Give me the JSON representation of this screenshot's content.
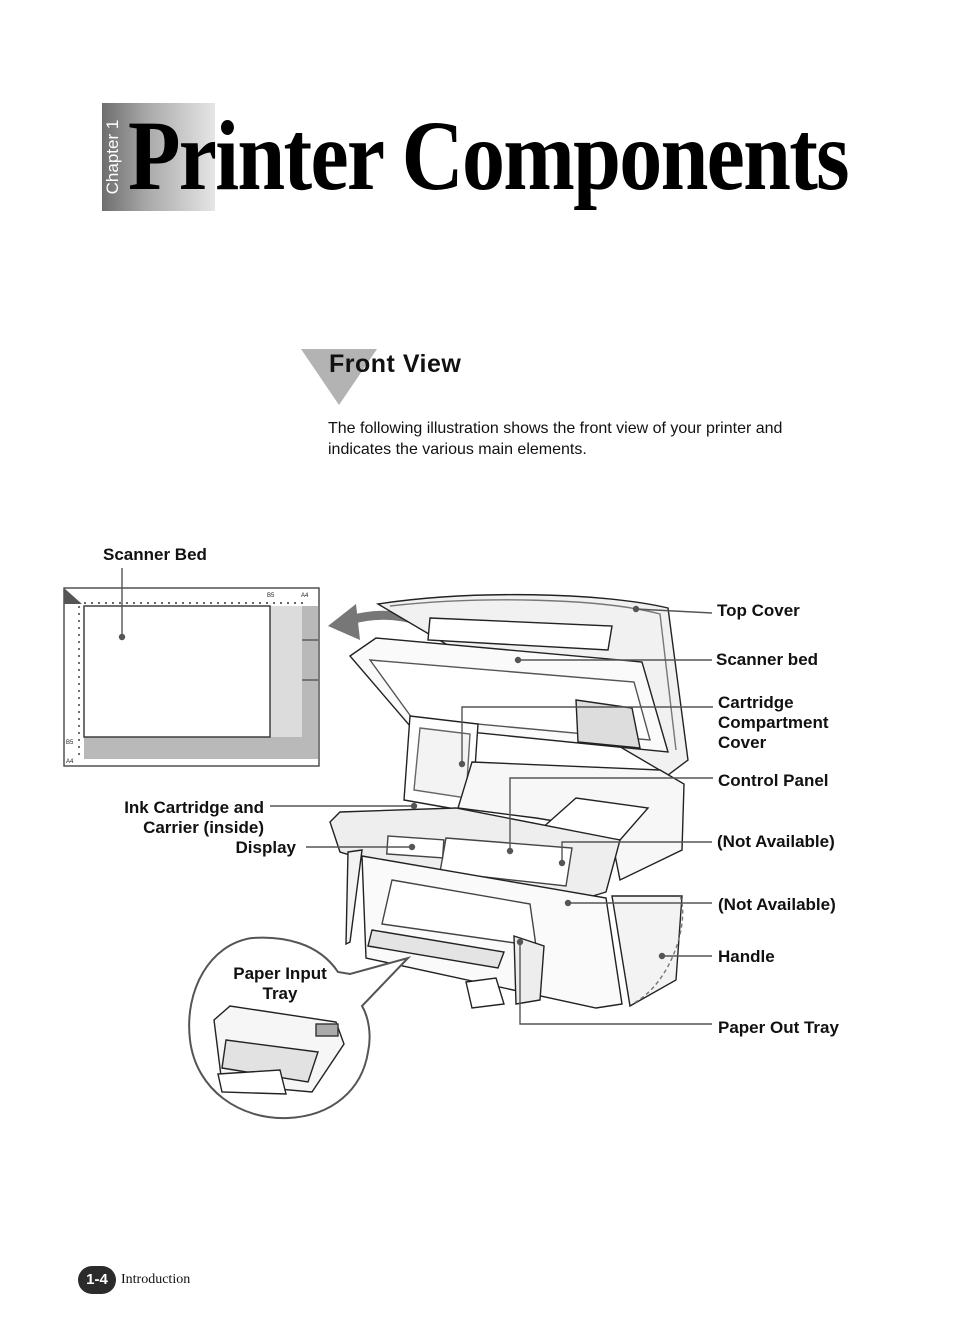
{
  "header": {
    "chapter_label": "Chapter 1",
    "title": "Printer Components"
  },
  "section": {
    "title": "Front View",
    "intro": "The following illustration shows the front view of your printer and indicates the various main elements."
  },
  "labels": {
    "scanner_bed_left": "Scanner Bed",
    "top_cover": "Top Cover",
    "scanner_bed": "Scanner bed",
    "cartridge_compartment_cover": "Cartridge\nCompartment\nCover",
    "control_panel": "Control Panel",
    "ink_cartridge": "Ink Cartridge and\nCarrier (inside)",
    "display": "Display",
    "not_available_1": "(Not Available)",
    "not_available_2": "(Not Available)",
    "handle": "Handle",
    "paper_input_tray": "Paper Input\nTray",
    "paper_out_tray": "Paper Out Tray"
  },
  "scanner_guide": {
    "marks": [
      "B5",
      "A4"
    ],
    "edge_labels": [
      "B5",
      "A4"
    ]
  },
  "footer": {
    "page_number": "1-4",
    "section_name": "Introduction"
  }
}
